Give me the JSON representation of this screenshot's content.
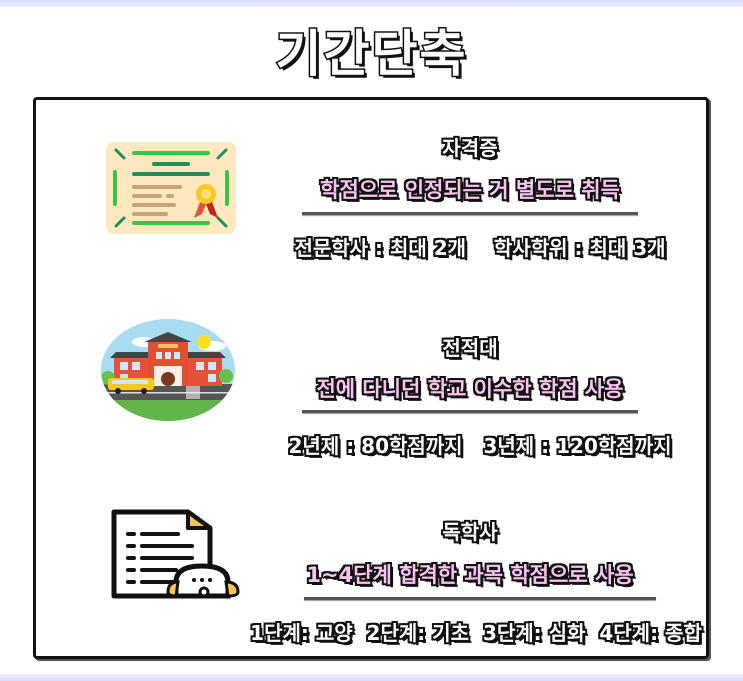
{
  "title": "기간단축",
  "sections": [
    {
      "icon": "certificate-icon",
      "heading": "자격증",
      "highlight": "학점으로 인정되는 거 별도로 취득",
      "detail": "전문학사 : 최대 2개    학사학위 : 최대 3개"
    },
    {
      "icon": "school-building-icon",
      "heading": "전적대",
      "highlight": "전에 다니던 학교 이수한 학점 사용",
      "detail": "2년제 : 80학점까지   3년제 : 120학점까지"
    },
    {
      "icon": "document-person-icon",
      "heading": "독학사",
      "highlight": "1~4단계 합격한 과목 학점으로 사용",
      "detail": "1단계: 교양  2단계: 기초  3단계: 심화  4단계: 종합"
    }
  ],
  "colors": {
    "highlight_text": "#f7c4f0",
    "outline": "#111111",
    "certificate_bg": "#fde8bf",
    "certificate_green": "#3cc34a",
    "school_red": "#e8503a",
    "doc_accent": "#f8c35a"
  }
}
